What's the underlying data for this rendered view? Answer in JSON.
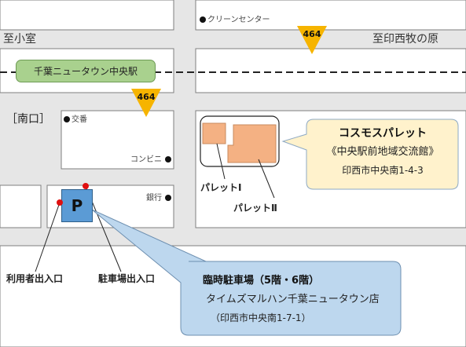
{
  "labels": {
    "clean_center": "クリーンセンター",
    "to_komuro": "至小室",
    "to_inzai_makinohara": "至印西牧の原",
    "station": "千葉ニュータウン中央駅",
    "route_number": "464",
    "south_exit": "［南口］",
    "police_box": "交番",
    "convenience_store": "コンビニ",
    "bank": "銀行",
    "parking_symbol": "P",
    "user_entrance": "利用者出入口",
    "parking_entrance": "駐車場出入口",
    "palette_1": "パレットⅠ",
    "palette_2": "パレットⅡ"
  },
  "cosmos": {
    "title": "コスモスパレット",
    "subtitle": "《中央駅前地域交流館》",
    "address": "印西市中央南1-4-3"
  },
  "parking": {
    "title": "臨時駐車場（5階・6階）",
    "name": "タイムズマルハン千葉ニュータウン店",
    "address": "（印西市中央南1-7-1）"
  },
  "colors": {
    "road_gray": "#e6e6e6",
    "station_green": "#a9d18e",
    "marker_yellow": "#f6b400",
    "building_orange": "#f4b183",
    "cosmos_bg": "#fff2cc",
    "parking_blue": "#5b9bd5",
    "parking_callout_bg": "#bdd7ee",
    "entrance_red": "#e01010"
  },
  "icons": {
    "route_marker": "yellow-inverted-triangle-icon",
    "landmark": "black-dot-icon",
    "entrance": "red-dot-icon"
  }
}
